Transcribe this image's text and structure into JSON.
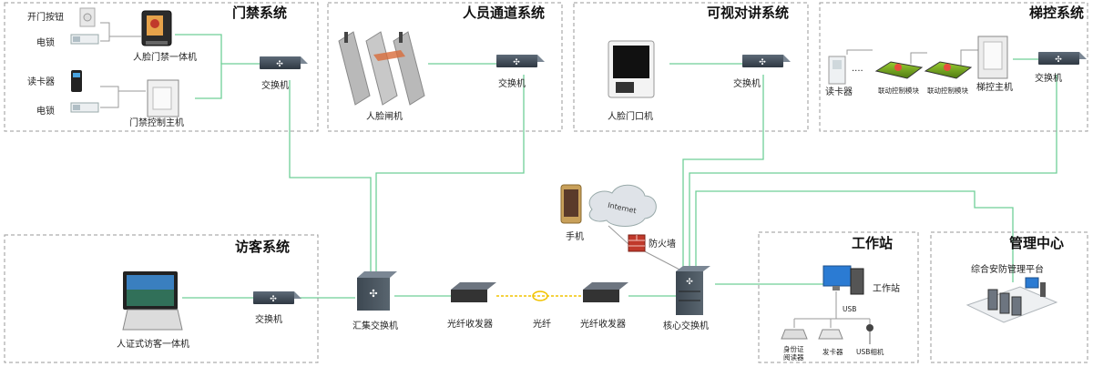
{
  "systems": {
    "access": {
      "title": "门禁系统",
      "btn": "开门按钮",
      "lock1": "电锁",
      "face_terminal": "人脸门禁一体机",
      "card_reader": "读卡器",
      "lock2": "电锁",
      "controller": "门禁控制主机",
      "switch": "交换机"
    },
    "passage": {
      "title": "人员通道系统",
      "gate": "人脸闸机",
      "switch": "交换机"
    },
    "intercom": {
      "title": "可视对讲系统",
      "door_unit": "人脸门口机",
      "switch": "交换机"
    },
    "elevator": {
      "title": "梯控系统",
      "reader": "读卡器",
      "module1": "联动控制模块",
      "module2": "联动控制模块",
      "host": "梯控主机",
      "switch": "交换机",
      "dots": "...."
    },
    "visitor": {
      "title": "访客系统",
      "kiosk": "人证式访客一体机",
      "switch": "交换机"
    },
    "workstation": {
      "title": "工作站",
      "pc": "工作站",
      "usb": "USB",
      "id_reader": "身份证\n阅读器",
      "card_issuer": "发卡器",
      "usb_camera": "USB相机"
    },
    "mgmt": {
      "title": "管理中心",
      "platform": "综合安防管理平台"
    }
  },
  "core": {
    "agg_switch": "汇集交换机",
    "transceiver1": "光纤收发器",
    "fiber": "光纤",
    "transceiver2": "光纤收发器",
    "core_switch": "核心交换机",
    "phone": "手机",
    "internet": "Internet",
    "firewall": "防火墙"
  },
  "colors": {
    "link": "#6fcf97",
    "fiber": "#f2c300",
    "frame": "#9a9a9a"
  }
}
